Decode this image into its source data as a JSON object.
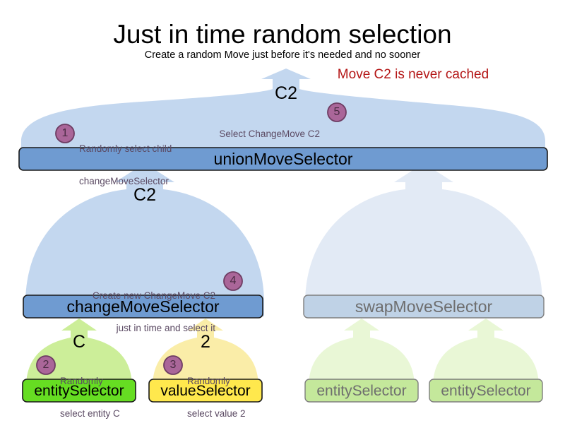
{
  "header": {
    "title": "Just in time random selection",
    "subtitle": "Create a random Move just before it's needed and no sooner",
    "warning": "Move C2 is never cached",
    "warning_color": "#B41616"
  },
  "colors": {
    "hull_blue": "#C3D7EF",
    "hull_blue_faded": "#E2EAF5",
    "bar_blue": "#6F9BD1",
    "bar_blue_faded": "#BFD2E6",
    "hull_green": "#CCEE99",
    "hull_green_faded": "#E9F7D6",
    "leaf_green": "#66DD22",
    "leaf_green_faded": "#C4E89B",
    "hull_yellow": "#FAEDA8",
    "leaf_yellow": "#FFE84D",
    "badge_fill": "#AA6699",
    "badge_stroke": "#6E3D63",
    "text_anno": "#5B4A63",
    "text_faded": "#6E6E6E"
  },
  "nodes": {
    "union": {
      "label": "unionMoveSelector",
      "faded": false
    },
    "change": {
      "label": "changeMoveSelector",
      "faded": false
    },
    "swap": {
      "label": "swapMoveSelector",
      "faded": true
    },
    "entity_left": {
      "label": "entitySelector",
      "faded": false
    },
    "value_left": {
      "label": "valueSelector",
      "faded": false
    },
    "entity_right_1": {
      "label": "entitySelector",
      "faded": true
    },
    "entity_right_2": {
      "label": "entitySelector",
      "faded": true
    }
  },
  "move_labels": {
    "top_union_out": "C2",
    "union_to_change": "C2",
    "entity_out": "C",
    "value_out": "2"
  },
  "annotations": [
    {
      "number": "1",
      "lines": [
        "Randomly select child",
        "changeMoveSelector"
      ],
      "align": "left"
    },
    {
      "number": "5",
      "lines": [
        "Select ChangeMove C2"
      ],
      "align": "right"
    },
    {
      "number": "4",
      "lines": [
        "Create new ChangeMove C2",
        "just in time and select it"
      ],
      "align": "right"
    },
    {
      "number": "2",
      "lines": [
        "Randomly",
        "select entity C"
      ],
      "align": "left"
    },
    {
      "number": "3",
      "lines": [
        "Randomly",
        "select value 2"
      ],
      "align": "left"
    }
  ]
}
